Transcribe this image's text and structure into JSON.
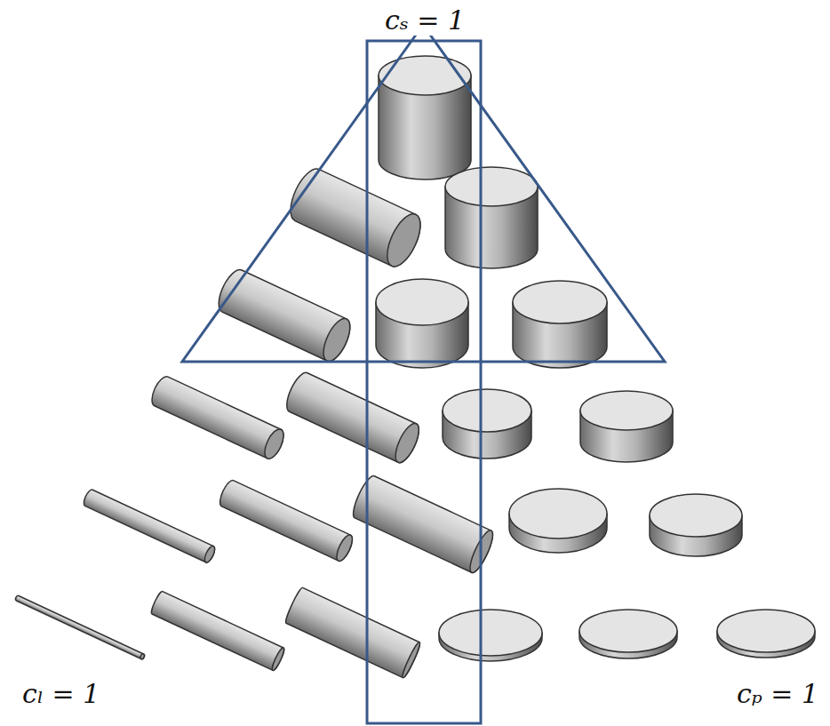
{
  "diagram": {
    "labels": [
      "cₛ = 1",
      "cₗ = 1",
      "cₚ = 1"
    ]
  }
}
